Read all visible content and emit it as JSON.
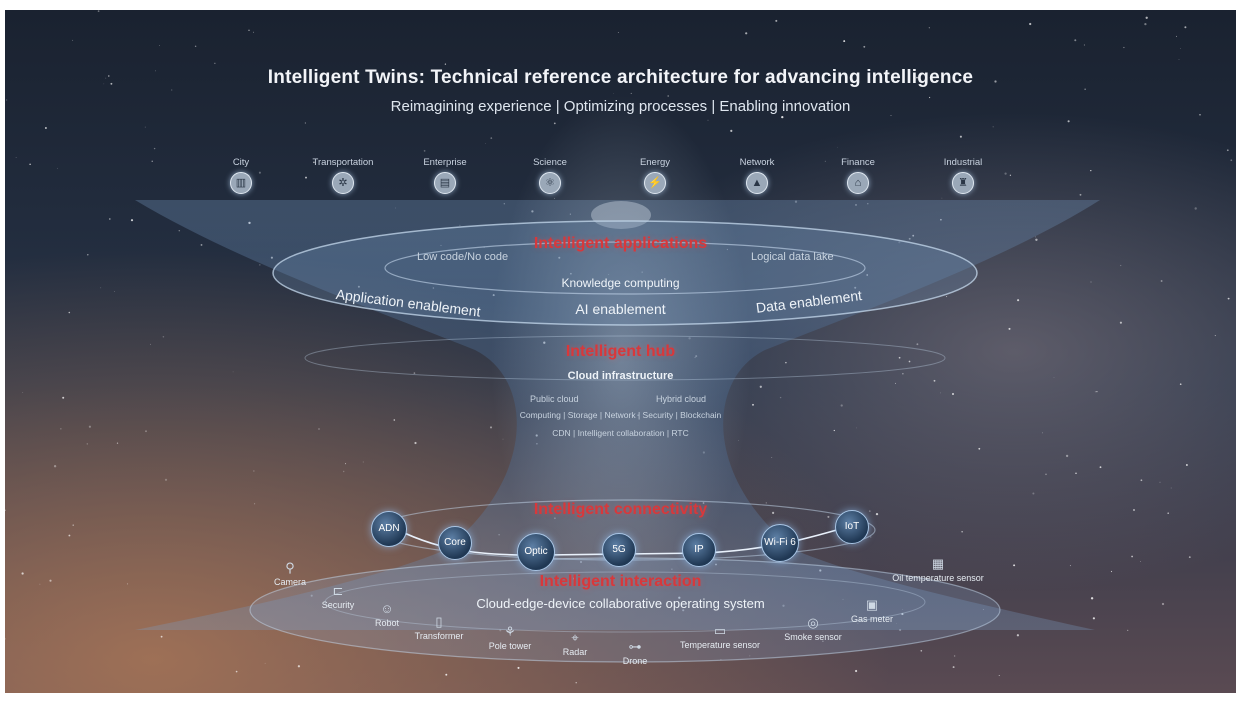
{
  "title": "Intelligent Twins: Technical reference architecture for advancing intelligence",
  "subtitle": "Reimagining experience | Optimizing processes | Enabling innovation",
  "industries": [
    {
      "label": "City",
      "icon": "city-icon"
    },
    {
      "label": "Transportation",
      "icon": "transportation-icon"
    },
    {
      "label": "Enterprise",
      "icon": "enterprise-icon"
    },
    {
      "label": "Science",
      "icon": "science-icon"
    },
    {
      "label": "Energy",
      "icon": "energy-icon"
    },
    {
      "label": "Network",
      "icon": "network-icon"
    },
    {
      "label": "Finance",
      "icon": "finance-icon"
    },
    {
      "label": "Industrial",
      "icon": "industrial-icon"
    }
  ],
  "applications": {
    "title": "Intelligent applications",
    "low_code": "Low code/No code",
    "logical_data_lake": "Logical data lake",
    "knowledge_computing": "Knowledge computing",
    "application_enablement": "Application enablement",
    "ai_enablement": "AI enablement",
    "data_enablement": "Data enablement"
  },
  "hub": {
    "title": "Intelligent hub",
    "cloud_infrastructure": "Cloud infrastructure",
    "public_cloud": "Public cloud",
    "hybrid_cloud": "Hybrid cloud",
    "services_line": "Computing | Storage | Network | Security | Blockchain",
    "cdn_line": "CDN  |  Intelligent collaboration  |  RTC"
  },
  "connectivity": {
    "title": "Intelligent connectivity",
    "nodes": [
      "ADN",
      "Core",
      "Optic",
      "5G",
      "IP",
      "Wi-Fi 6",
      "IoT"
    ]
  },
  "interaction": {
    "title": "Intelligent interaction",
    "os": "Cloud-edge-device collaborative operating system",
    "devices": [
      "Camera",
      "Security",
      "Robot",
      "Transformer",
      "Pole tower",
      "Radar",
      "Drone",
      "Temperature sensor",
      "Smoke sensor",
      "Gas meter",
      "Oil temperature sensor"
    ]
  },
  "colors": {
    "layer_title": "#d8383b",
    "sky_top": "#1b2433",
    "sky_bottom": "#6d5656",
    "ring_glow": "#a9c6e6"
  }
}
